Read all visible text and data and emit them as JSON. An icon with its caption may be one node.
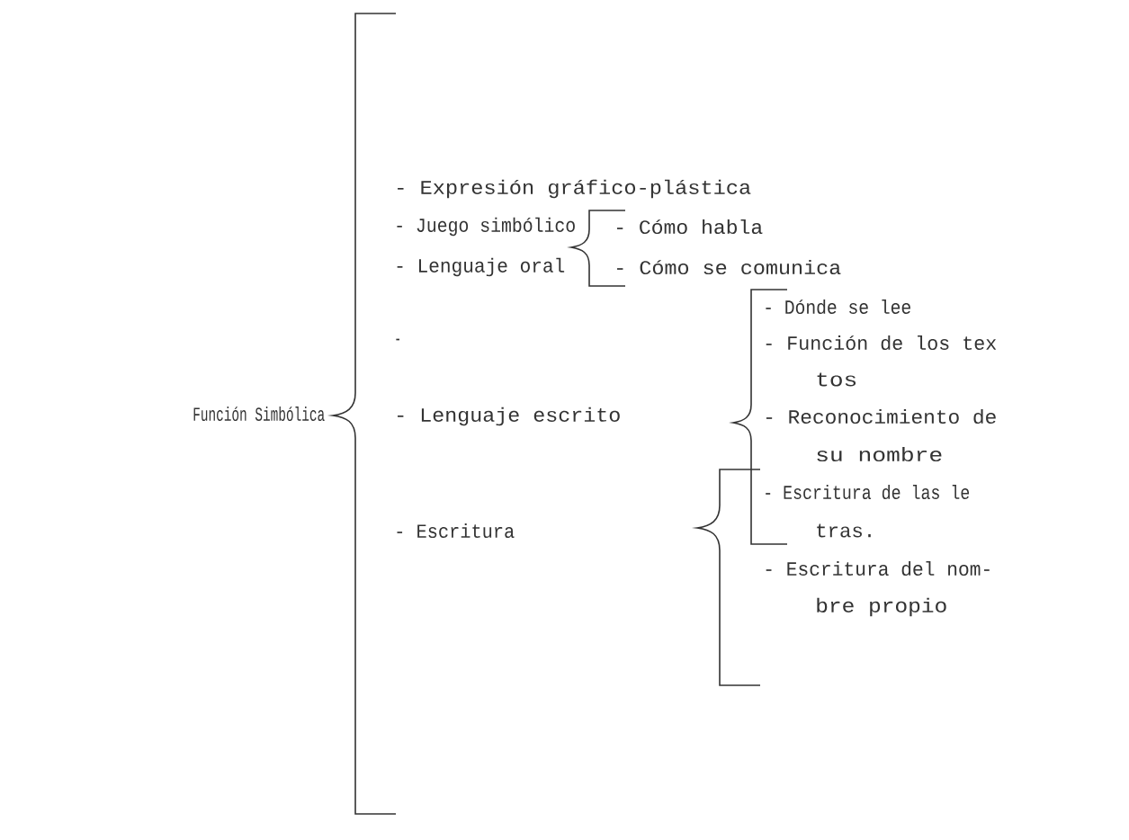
{
  "diagram": {
    "labels": [
      "- Expresión gráfico-plástica",
      "- Juego simbólico",
      "- Cómo habla",
      "- Lenguaje oral",
      "- Cómo se comunica",
      "- Dónde se lee",
      "-",
      "- Función de los tex",
      "tos",
      "Función Simbólica",
      "- Lenguaje escrito",
      "- Reconocimiento de",
      "su nombre",
      "- Escritura de las le",
      "- Escritura",
      "tras.",
      "- Escritura del nom-",
      "bre propio"
    ]
  }
}
